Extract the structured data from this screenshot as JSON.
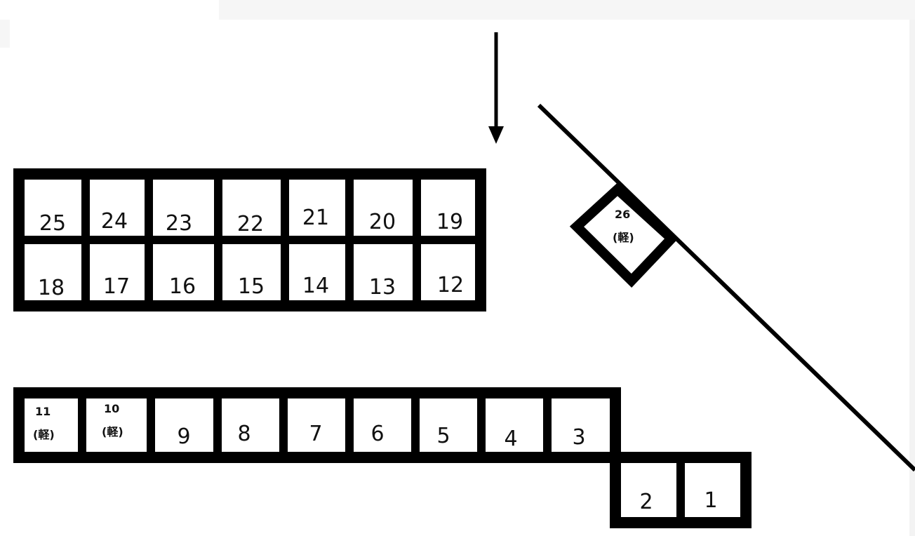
{
  "entrance_arrow": "arrow-down",
  "upper_block": {
    "top_row": [
      "25",
      "24",
      "23",
      "22",
      "21",
      "20",
      "19"
    ],
    "bottom_row": [
      "18",
      "17",
      "16",
      "15",
      "14",
      "13",
      "12"
    ]
  },
  "lower_block": {
    "row": [
      {
        "num": "11",
        "note": "(軽)"
      },
      {
        "num": "10",
        "note": "(軽)"
      },
      {
        "num": "9"
      },
      {
        "num": "8"
      },
      {
        "num": "7"
      },
      {
        "num": "6"
      },
      {
        "num": "5"
      },
      {
        "num": "4"
      },
      {
        "num": "3"
      }
    ],
    "step_row": [
      "2",
      "1"
    ]
  },
  "diagonal_space": {
    "num": "26",
    "note": "(軽)"
  }
}
